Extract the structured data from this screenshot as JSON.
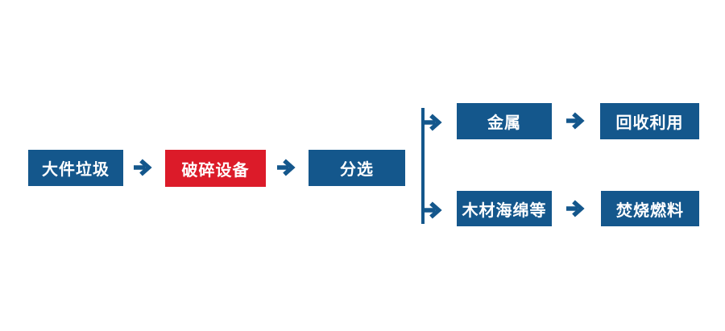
{
  "flowchart": {
    "nodes": {
      "bulky_waste": "大件垃圾",
      "crushing_equipment": "破碎设备",
      "sorting": "分选",
      "metal": "金属",
      "recycling": "回收利用",
      "wood_sponge_etc": "木材海绵等",
      "incineration_fuel": "焚烧燃料"
    },
    "colors": {
      "node_blue": "#14578c",
      "node_red": "#dc1b29",
      "arrow": "#14578c",
      "text": "#ffffff",
      "background": "#ffffff"
    }
  }
}
